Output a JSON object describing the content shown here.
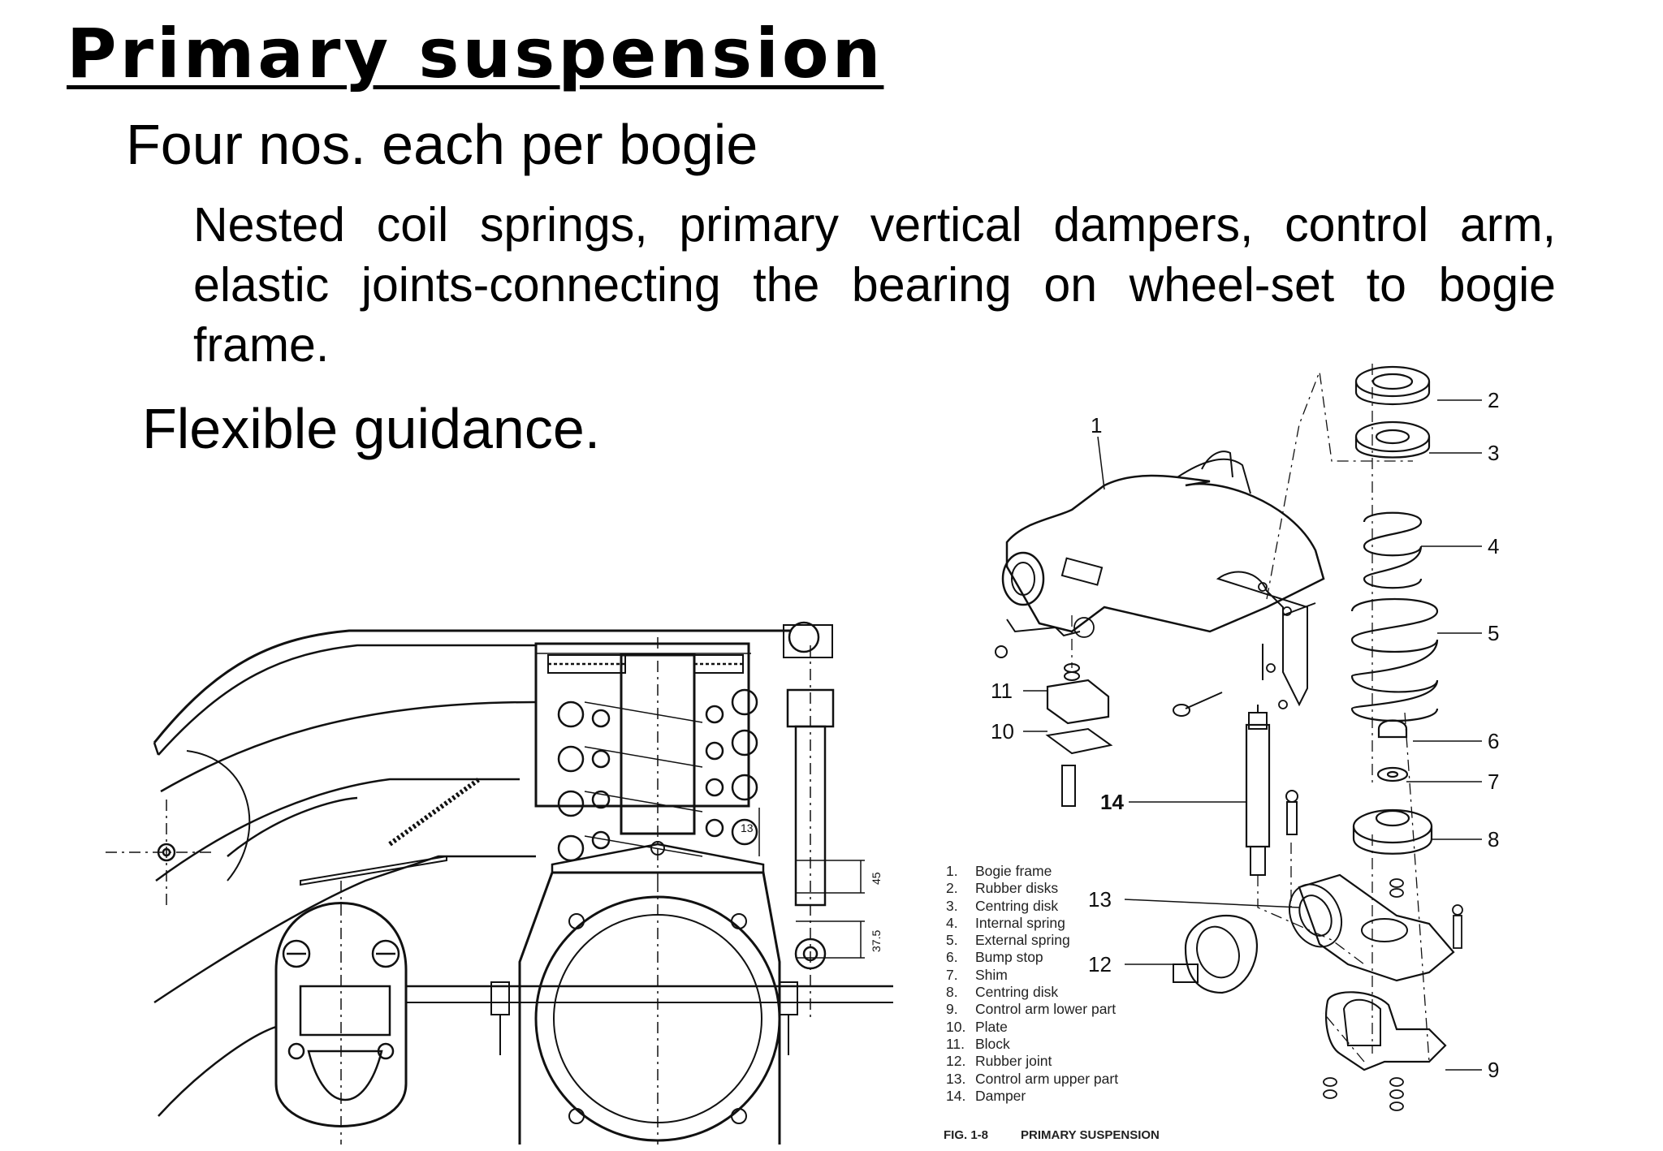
{
  "slide": {
    "title": "Primary suspension",
    "bullet1": "Four nos. each per bogie",
    "bullet2": "Nested coil springs, primary vertical dampers, control arm, elastic joints-connecting the bearing on wheel-set to bogie frame.",
    "bullet3": "Flexible guidance."
  },
  "section_drawing": {
    "dims": [
      "13",
      "45",
      "37.5"
    ]
  },
  "exploded_drawing": {
    "callouts": [
      "1",
      "2",
      "3",
      "4",
      "5",
      "6",
      "7",
      "8",
      "9",
      "10",
      "11",
      "12",
      "13",
      "14"
    ]
  },
  "legend": [
    {
      "num": "1.",
      "label": "Bogie frame"
    },
    {
      "num": "2.",
      "label": "Rubber disks"
    },
    {
      "num": "3.",
      "label": "Centring disk"
    },
    {
      "num": "4.",
      "label": "Internal spring"
    },
    {
      "num": "5.",
      "label": "External spring"
    },
    {
      "num": "6.",
      "label": "Bump stop"
    },
    {
      "num": "7.",
      "label": "Shim"
    },
    {
      "num": "8.",
      "label": "Centring disk"
    },
    {
      "num": "9.",
      "label": "Control arm lower part"
    },
    {
      "num": "10.",
      "label": "Plate"
    },
    {
      "num": "11.",
      "label": "Block"
    },
    {
      "num": "12.",
      "label": "Rubber joint"
    },
    {
      "num": "13.",
      "label": "Control arm upper part"
    },
    {
      "num": "14.",
      "label": "Damper"
    }
  ],
  "figure": {
    "number": "FIG. 1-8",
    "caption": "PRIMARY SUSPENSION"
  }
}
